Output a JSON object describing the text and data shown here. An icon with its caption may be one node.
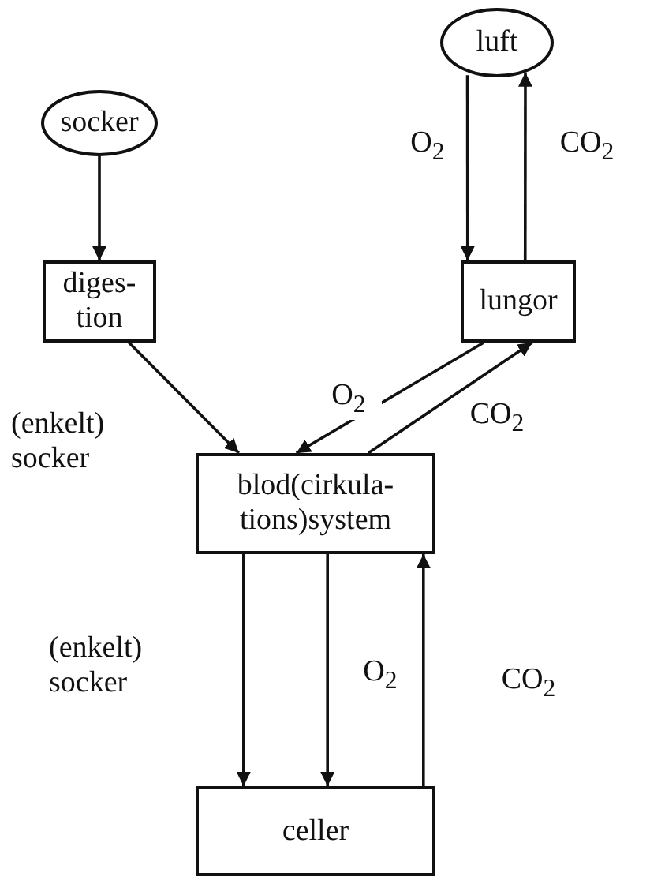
{
  "diagram": {
    "nodes": [
      {
        "text": [
          "socker"
        ]
      },
      {
        "text": [
          "luft"
        ]
      },
      {
        "text": [
          "diges- tion"
        ]
      },
      {
        "text": [
          "lungor"
        ]
      },
      {
        "text": [
          "blod(cirkula- tions)system"
        ]
      },
      {
        "text": [
          "celler"
        ]
      }
    ],
    "edges": [
      {
        "from": 0,
        "to": 2,
        "arrow": "to"
      },
      {
        "from": 1,
        "to": 3,
        "arrow": "to",
        "label": "O$_{2}$"
      },
      {
        "from": 3,
        "to": 1,
        "arrow": "to",
        "label": "CO$_{2}$"
      },
      {
        "from": 2,
        "to": 4,
        "arrow": "to",
        "label": "(enkelt) socker"
      },
      {
        "from": 3,
        "to": 4,
        "arrow": "to",
        "label": "O$_{2}$"
      },
      {
        "from": 4,
        "to": 3,
        "arrow": "to",
        "label": "CO$_{2}$"
      },
      {
        "from": 4,
        "to": 5,
        "arrow": "to",
        "label": "(enkelt) socker"
      },
      {
        "from": 4,
        "to": 5,
        "arrow": "to",
        "label": "O$_{2}$"
      },
      {
        "from": 5,
        "to": 4,
        "arrow": "to",
        "label": "CO$_{2}$"
      }
    ]
  }
}
